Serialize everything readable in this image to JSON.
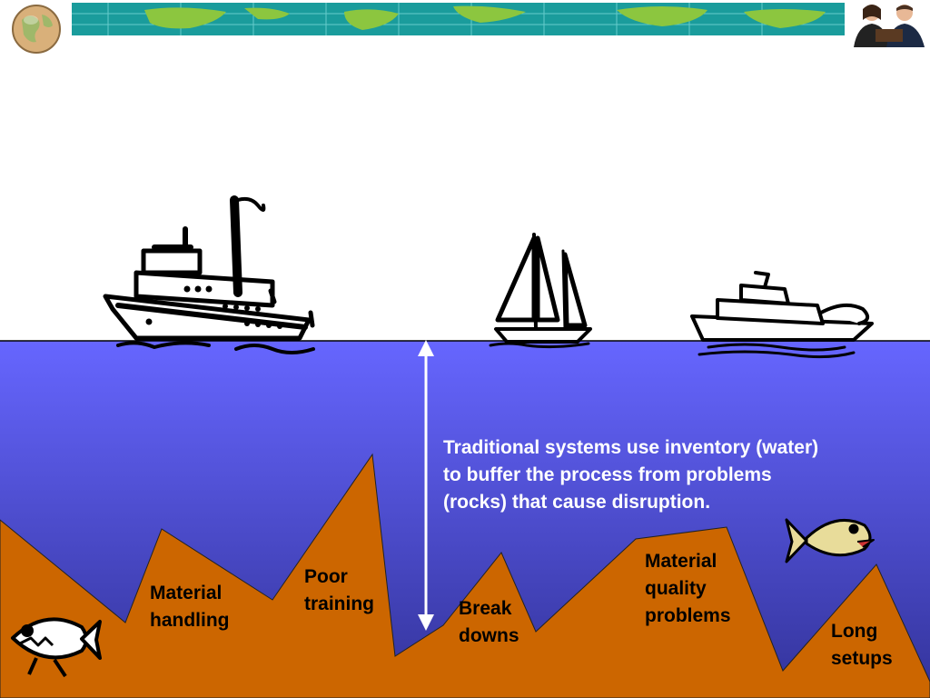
{
  "colors": {
    "water_top": "#6666ff",
    "water_bottom": "#33339a",
    "rock": "#cc6600",
    "map_ocean": "#1a9c9c",
    "map_land": "#8cc63f"
  },
  "caption": "Traditional systems use inventory (water)\nto buffer the process from problems\n(rocks) that cause disruption.",
  "rocks": [
    {
      "label": "Material\nhandling"
    },
    {
      "label": "Poor\ntraining"
    },
    {
      "label": "Break\ndowns"
    },
    {
      "label": "Material\nquality\nproblems"
    },
    {
      "label": "Long\nsetups"
    }
  ],
  "icons": [
    "globe-icon",
    "world-map-banner",
    "people-reading-icon",
    "steamship-icon",
    "sailboat-icon",
    "motor-yacht-icon",
    "fish-icon"
  ]
}
